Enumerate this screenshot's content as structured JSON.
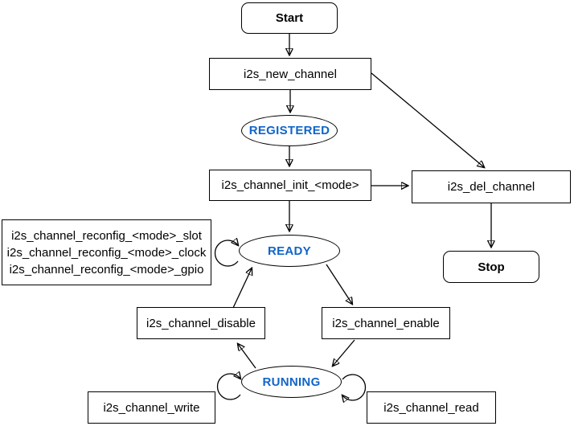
{
  "diagram": {
    "nodes": {
      "start": {
        "label": "Start"
      },
      "new_channel": {
        "label": "i2s_new_channel"
      },
      "registered": {
        "label": "REGISTERED"
      },
      "init": {
        "label": "i2s_channel_init_<mode>"
      },
      "del_channel": {
        "label": "i2s_del_channel"
      },
      "stop": {
        "label": "Stop"
      },
      "reconfig": {
        "lines": [
          "i2s_channel_reconfig_<mode>_slot",
          "i2s_channel_reconfig_<mode>_clock",
          "i2s_channel_reconfig_<mode>_gpio"
        ]
      },
      "ready": {
        "label": "READY"
      },
      "disable": {
        "label": "i2s_channel_disable"
      },
      "enable": {
        "label": "i2s_channel_enable"
      },
      "running": {
        "label": "RUNNING"
      },
      "write": {
        "label": "i2s_channel_write"
      },
      "read": {
        "label": "i2s_channel_read"
      }
    },
    "colors": {
      "state_text": "#1065C8",
      "line": "#000000",
      "node_border": "#000000",
      "background": "#ffffff"
    }
  }
}
